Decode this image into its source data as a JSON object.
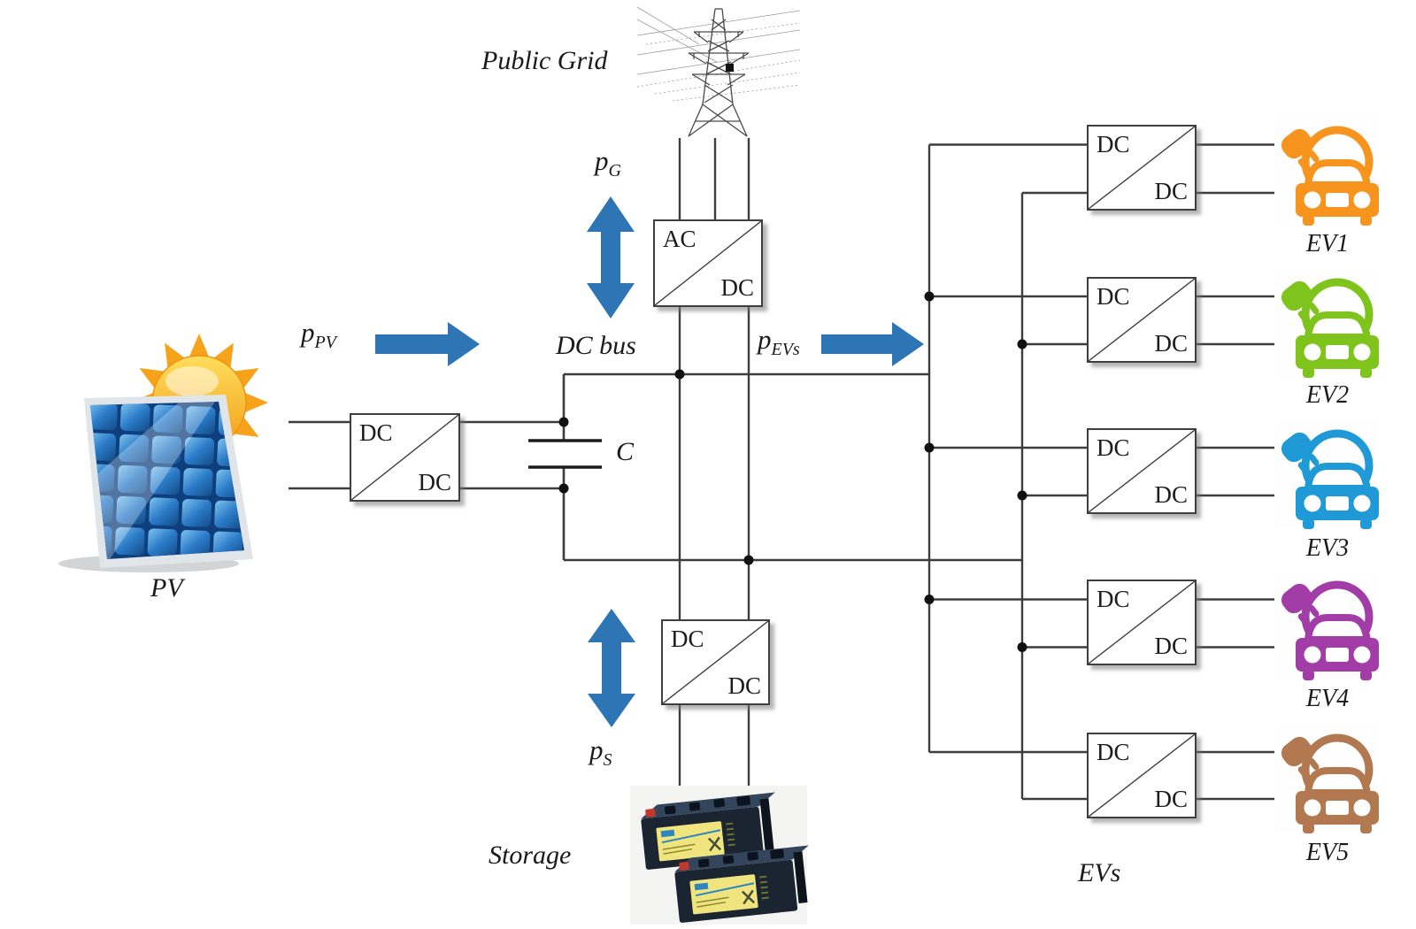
{
  "figure": "dc-microgrid-ev-charging-diagram",
  "colors": {
    "arrow_blue": "#2E75B6",
    "wire": "#3d3d3d",
    "dot": "#111111"
  },
  "labels": {
    "public_grid": "Public Grid",
    "dc_bus": "DC bus",
    "capacitor": "C",
    "pv": "PV",
    "storage": "Storage",
    "evs_group": "EVs"
  },
  "power_flows": {
    "grid": {
      "symbol": "p",
      "subscript": "G"
    },
    "pv": {
      "symbol": "p",
      "subscript": "PV"
    },
    "evs": {
      "symbol": "p",
      "subscript": "EVs"
    },
    "storage": {
      "symbol": "p",
      "subscript": "S"
    }
  },
  "converters": {
    "grid": {
      "top": "AC",
      "bottom": "DC"
    },
    "pv": {
      "top": "DC",
      "bottom": "DC"
    },
    "storage": {
      "top": "DC",
      "bottom": "DC"
    }
  },
  "icons": {
    "pv": "solar-panel-with-sun-icon",
    "grid": "transmission-tower-icon",
    "storage": "battery-stack-icon",
    "ev": "electric-car-with-charging-plug-icon"
  },
  "ev_rows": [
    {
      "label": "EV1",
      "color": "#F7941E",
      "converter": {
        "top": "DC",
        "bottom": "DC"
      }
    },
    {
      "label": "EV2",
      "color": "#7FC41C",
      "converter": {
        "top": "DC",
        "bottom": "DC"
      }
    },
    {
      "label": "EV3",
      "color": "#209AD6",
      "converter": {
        "top": "DC",
        "bottom": "DC"
      }
    },
    {
      "label": "EV4",
      "color": "#A23DA8",
      "converter": {
        "top": "DC",
        "bottom": "DC"
      }
    },
    {
      "label": "EV5",
      "color": "#B27850",
      "converter": {
        "top": "DC",
        "bottom": "DC"
      }
    }
  ]
}
